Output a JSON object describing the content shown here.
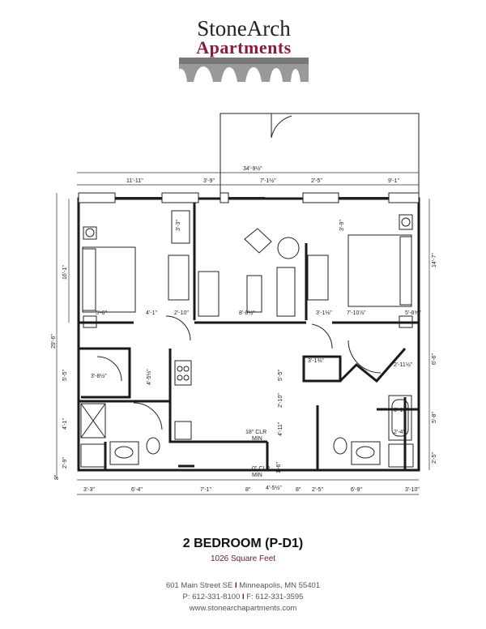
{
  "logo": {
    "line1": "StoneArch",
    "line2": "Apartments"
  },
  "plan": {
    "dims": [
      "34'-9½\"",
      "11'-11\"",
      "3'-9\"",
      "7'-1½\"",
      "2'-5\"",
      "9'-1\"",
      "16'-1\"",
      "29'-6\"",
      "14'-7\"",
      "3'-3\"",
      "3'-9\"",
      "5'-6\"",
      "4'-1\"",
      "2'-10\"",
      "8'-8½\"",
      "3'-1⅛\"",
      "7'-10⅞\"",
      "5'-8⅝\"",
      "3'-8½\"",
      "4'-5½\"",
      "5'-5\"",
      "4'-1\"",
      "2'-9\"",
      "3'-1⅜\"",
      "5'-5\"",
      "2'-10\"",
      "4'-11\"",
      "1'-6\"",
      "2'-11½\"",
      "6'-6\"",
      "3'-10\"",
      "2'-4\"",
      "5'-8\"",
      "2'-5\"",
      "18\" CLR",
      "MIN",
      "0\" CLR",
      "MIN",
      "4'-5½\"",
      "3'-3\"",
      "6'-4\"",
      "7'-1\"",
      "8\"",
      "8\"",
      "2'-5\"",
      "6'-9\"",
      "3'-10\"",
      "8\""
    ]
  },
  "unit": {
    "name": "2 BEDROOM (P-D1)",
    "area": "1026 Square Feet"
  },
  "contact": {
    "street": "601 Main Street SE",
    "city": "Minneapolis, MN 55401",
    "phone": "P: 612-331-8100",
    "fax": "F: 612-331-3595",
    "website": "www.stonearchapartments.com",
    "separator": "I"
  },
  "colors": {
    "brand": "#8a1d3b"
  }
}
